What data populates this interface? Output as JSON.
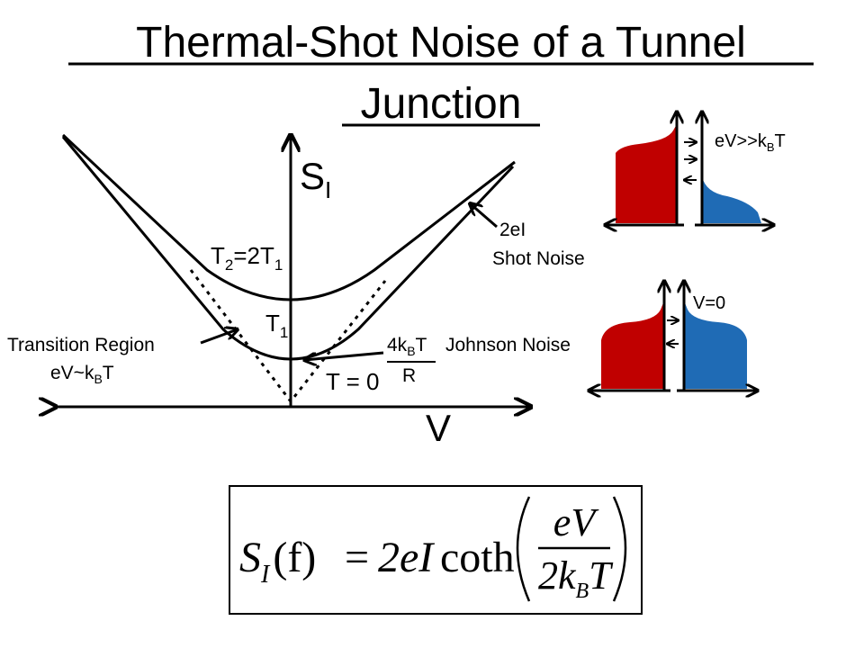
{
  "title": {
    "line1": "Thermal-Shot Noise of a Tunnel",
    "line2": "Junction"
  },
  "axes": {
    "y_label_main": "S",
    "y_label_sub": "I",
    "x_label": "V"
  },
  "curves": {
    "t2_label": {
      "a": "T",
      "a_sub": "2",
      "b": "=2T",
      "b_sub": "1"
    },
    "t1_label": {
      "a": "T",
      "a_sub": "1"
    },
    "t0_label": "T = 0"
  },
  "annotations": {
    "shot_formula": "2eI",
    "shot_name": "Shot Noise",
    "johnson_numerator": {
      "a": "4k",
      "a_sub": "B",
      "b": "T"
    },
    "johnson_denominator": "R",
    "johnson_name": "Johnson Noise",
    "transition_name": "Transition Region",
    "transition_cond": {
      "a": "eV~k",
      "a_sub": "B",
      "b": "T"
    }
  },
  "insets": {
    "top_label": {
      "a": "eV>>k",
      "a_sub": "B",
      "b": "T"
    },
    "bottom_label": "V=0",
    "colors": {
      "left": "#c00000",
      "right": "#1f6bb5"
    }
  },
  "equation": {
    "lhs_S": "S",
    "lhs_sub": "I",
    "lhs_arg": "(f)",
    "equals": "=",
    "factor": "2eI",
    "func": "coth",
    "num": "eV",
    "den_a": "2k",
    "den_sub": "B",
    "den_b": "T"
  }
}
